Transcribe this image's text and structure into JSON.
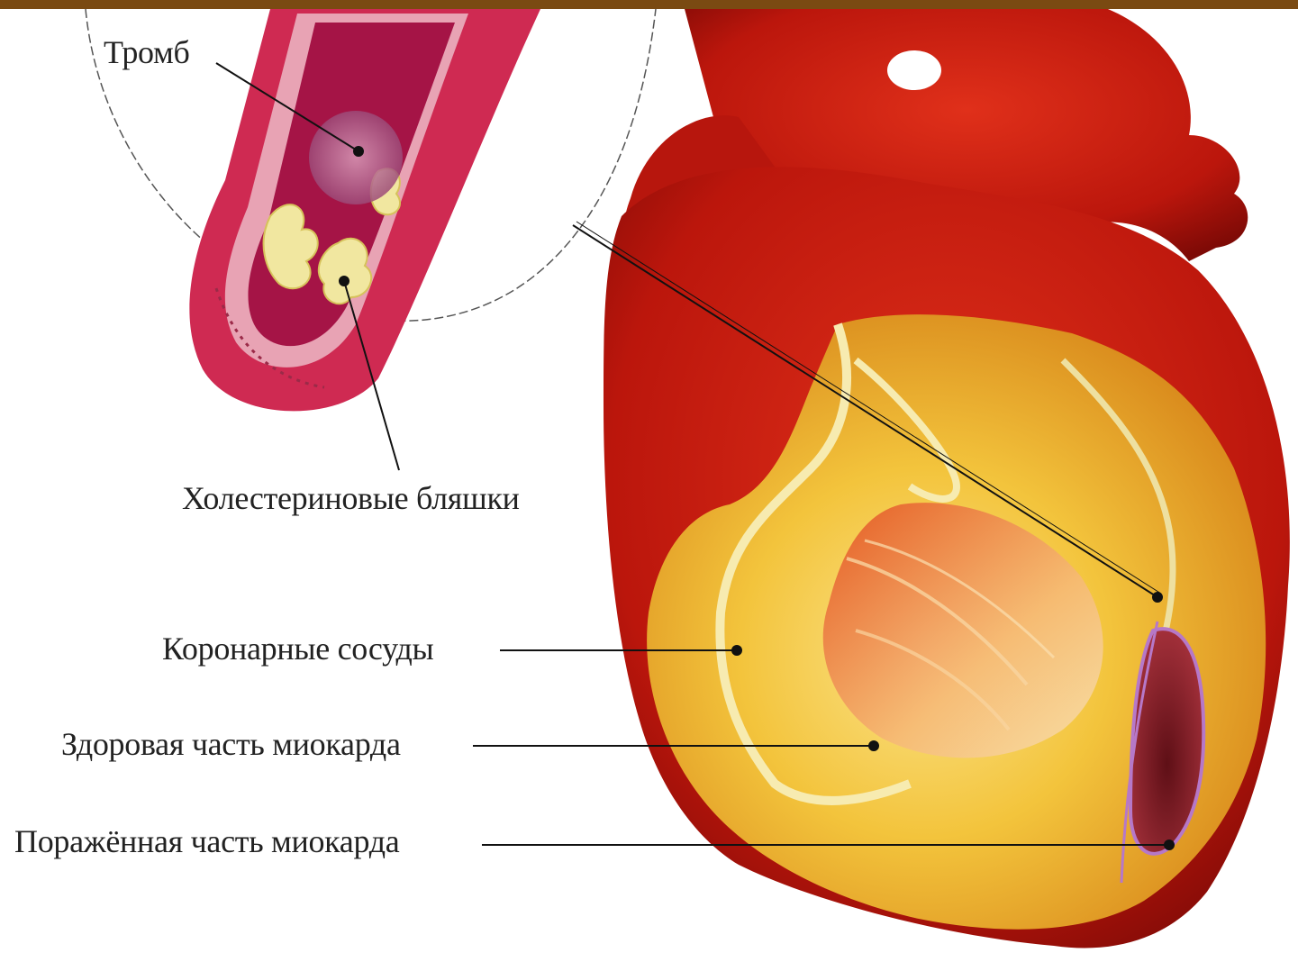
{
  "header": {
    "bar_color": "#7a4a12"
  },
  "labels": {
    "thrombus": "Тромб",
    "plaques": "Холестериновые бляшки",
    "coronary": "Коронарные сосуды",
    "healthy": "Здоровая часть миокарда",
    "affected": "Поражённая часть миокарда"
  },
  "colors": {
    "heart_red": "#c8180c",
    "heart_dark": "#8e0d08",
    "myocardium_yellow": "#f2c23a",
    "vessel_wall": "#d8385a",
    "plaque": "#f1e7a0",
    "infarct": "#7a1a22"
  }
}
